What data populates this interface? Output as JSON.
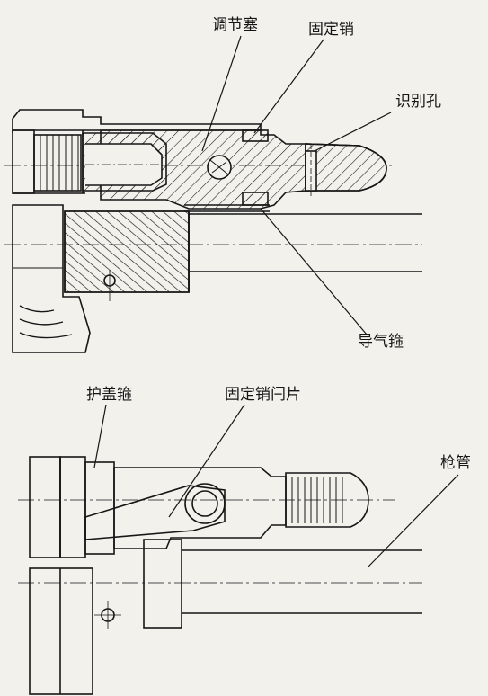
{
  "labels": {
    "adjuster": "调节塞",
    "fixed_pin": "固定销",
    "id_hole": "识别孔",
    "gas_ring": "导气箍",
    "cover_ring": "护盖箍",
    "pin_latch": "固定销闩片",
    "barrel": "枪管"
  },
  "colors": {
    "ink": "#161616",
    "paper": "#f2f1ec"
  }
}
